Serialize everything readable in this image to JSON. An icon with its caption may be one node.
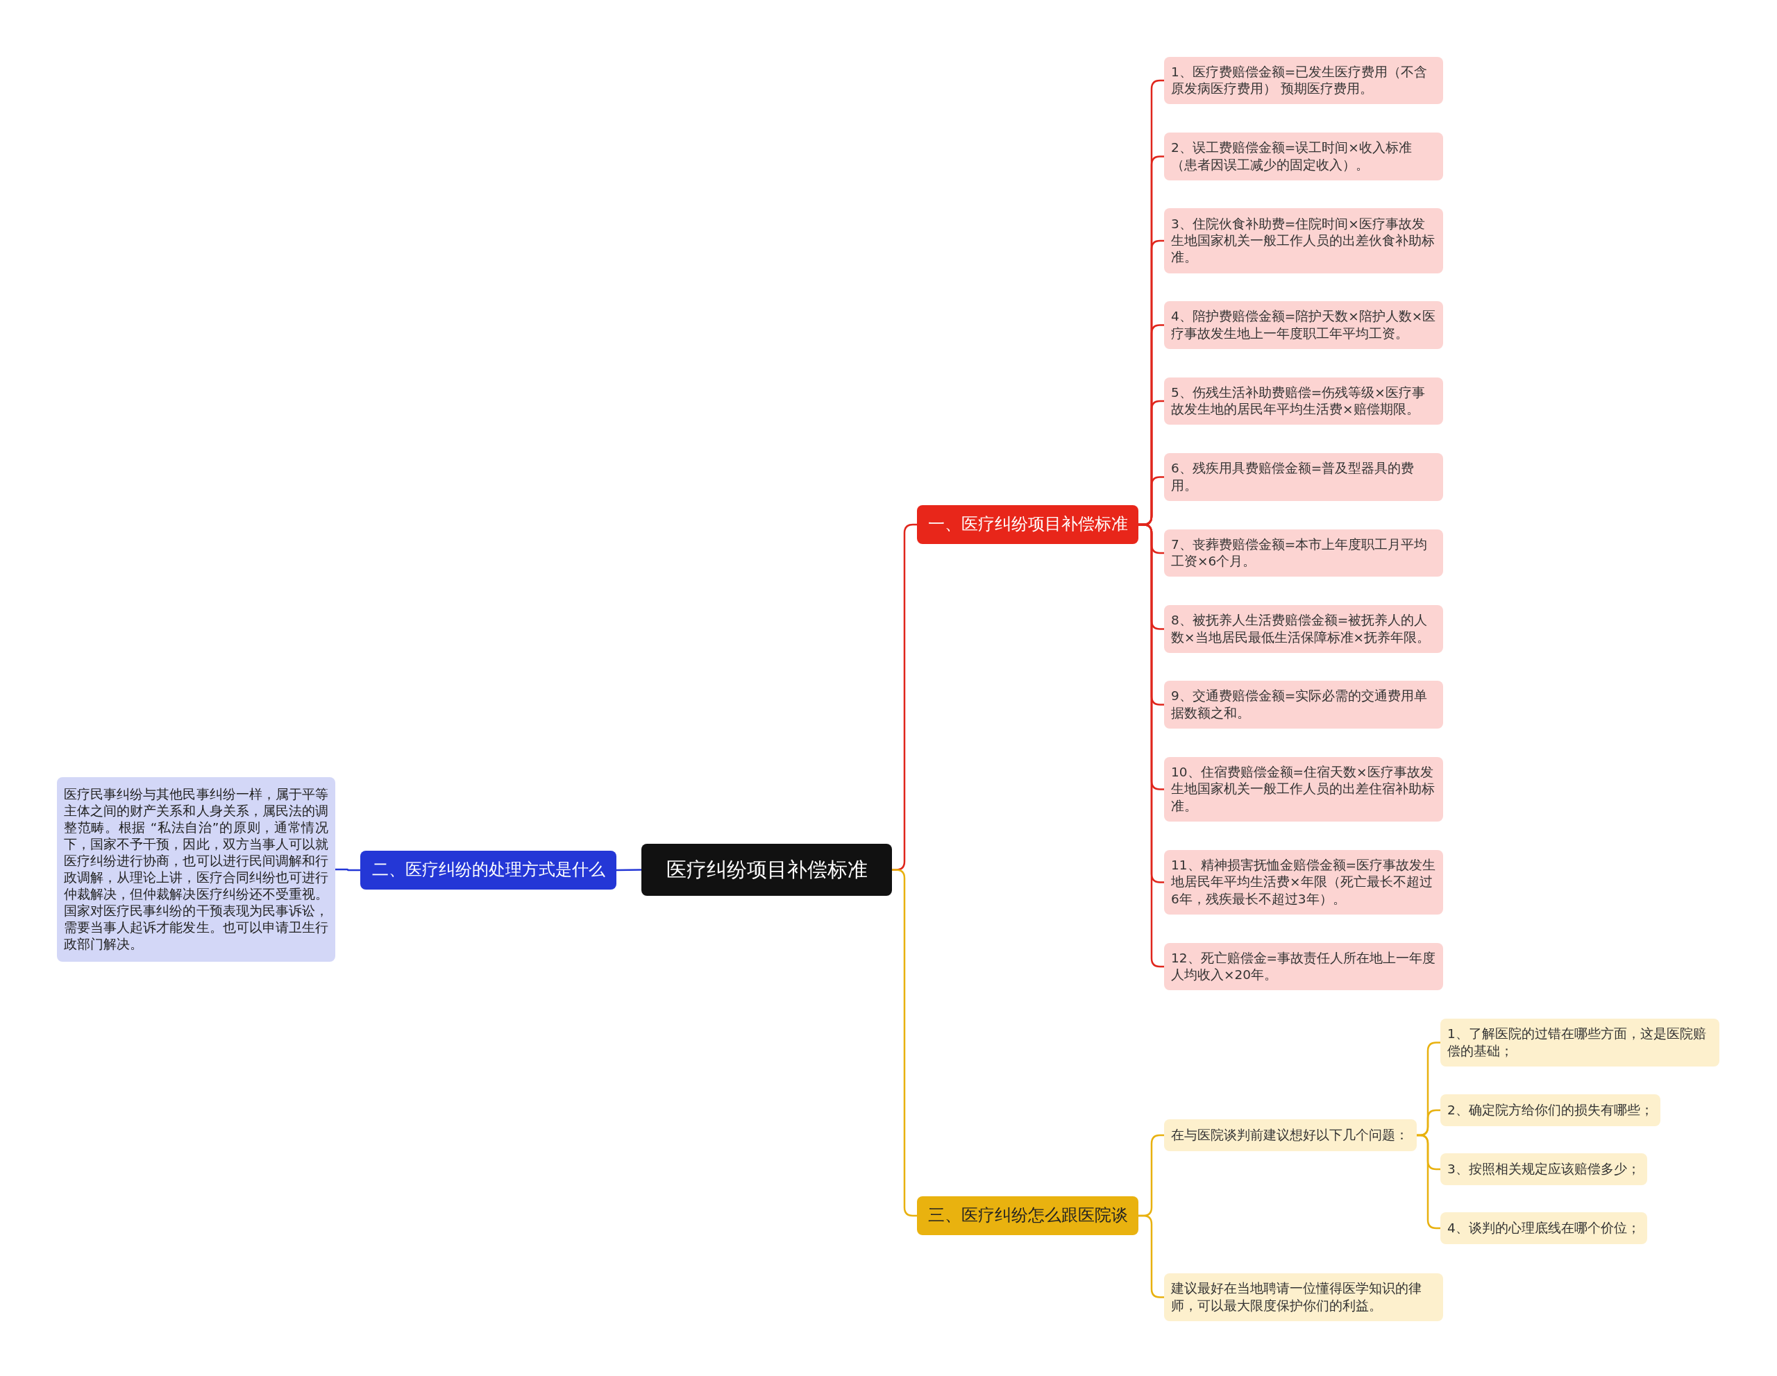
{
  "diagram": {
    "nodes": [
      {
        "text": [
          "医疗纠纷项目补偿标准"
        ]
      },
      {
        "text": [
          "一、医疗纠纷项目补偿标准"
        ]
      },
      {
        "text": [
          "1、医疗费赔偿金额=已发生医疗费用（不含原发病医疗费用） 预期医疗费用。"
        ]
      },
      {
        "text": [
          "2、误工费赔偿金额=误工时间×收入标准（患者因误工减少的固定收入）。"
        ]
      },
      {
        "text": [
          "3、住院伙食补助费=住院时间×医疗事故发生地国家机关一般工作人员的出差伙食补助标准。"
        ]
      },
      {
        "text": [
          "4、陪护费赔偿金额=陪护天数×陪护人数×医疗事故发生地上一年度职工年平均工资。"
        ]
      },
      {
        "text": [
          "5、伤残生活补助费赔偿=伤残等级×医疗事故发生地的居民年平均生活费×赔偿期限。"
        ]
      },
      {
        "text": [
          "6、残疾用具费赔偿金额=普及型器具的费用。"
        ]
      },
      {
        "text": [
          "7、丧葬费赔偿金额=本市上年度职工月平均工资×6个月。"
        ]
      },
      {
        "text": [
          "8、被抚养人生活费赔偿金额=被抚养人的人数×当地居民最低生活保障标准×抚养年限。"
        ]
      },
      {
        "text": [
          "9、交通费赔偿金额=实际必需的交通费用单据数额之和。"
        ]
      },
      {
        "text": [
          "10、住宿费赔偿金额=住宿天数×医疗事故发生地国家机关一般工作人员的出差住宿补助标准。"
        ]
      },
      {
        "text": [
          "11、精神损害抚恤金赔偿金额=医疗事故发生地居民年平均生活费×年限（死亡最长不超过6年，残疾最长不超过3年）。"
        ]
      },
      {
        "text": [
          "12、死亡赔偿金=事故责任人所在地上一年度人均收入×20年。"
        ]
      },
      {
        "text": [
          "二、医疗纠纷的处理方式是什么"
        ]
      },
      {
        "text": [
          "医疗民事纠纷与其他民事纠纷一样，属于平等主体之间的财产关系和人身关系，属民法的调整范畴。根据 “私法自治”的原则，通常情况下，国家不予干预，因此，双方当事人可以就医疗纠纷进行协商，也可以进行民间调解和行政调解，从理论上讲，医疗合同纠纷也可进行仲裁解决，但仲裁解决医疗纠纷还不受重视。国家对医疗民事纠纷的干预表现为民事诉讼，需要当事人起诉才能发生。也可以申请卫生行政部门解决。"
        ]
      },
      {
        "text": [
          "三、医疗纠纷怎么跟医院谈"
        ]
      },
      {
        "text": [
          "在与医院谈判前建议想好以下几个问题："
        ]
      },
      {
        "text": [
          "1、了解医院的过错在哪些方面，这是医院赔偿的基础；"
        ]
      },
      {
        "text": [
          "2、确定院方给你们的损失有哪些；"
        ]
      },
      {
        "text": [
          "3、按照相关规定应该赔偿多少；"
        ]
      },
      {
        "text": [
          "4、谈判的心理底线在哪个价位；"
        ]
      },
      {
        "text": [
          "建议最好在当地聘请一位懂得医学知识的律师，可以最大限度保护你们的利益。"
        ]
      }
    ],
    "edges": [
      {
        "from": 0,
        "to": 1,
        "arrow": "none"
      },
      {
        "from": 1,
        "to": 2,
        "arrow": "none"
      },
      {
        "from": 1,
        "to": 3,
        "arrow": "none"
      },
      {
        "from": 1,
        "to": 4,
        "arrow": "none"
      },
      {
        "from": 1,
        "to": 5,
        "arrow": "none"
      },
      {
        "from": 1,
        "to": 6,
        "arrow": "none"
      },
      {
        "from": 1,
        "to": 7,
        "arrow": "none"
      },
      {
        "from": 1,
        "to": 8,
        "arrow": "none"
      },
      {
        "from": 1,
        "to": 9,
        "arrow": "none"
      },
      {
        "from": 1,
        "to": 10,
        "arrow": "none"
      },
      {
        "from": 1,
        "to": 11,
        "arrow": "none"
      },
      {
        "from": 1,
        "to": 12,
        "arrow": "none"
      },
      {
        "from": 1,
        "to": 13,
        "arrow": "none"
      },
      {
        "from": 0,
        "to": 14,
        "arrow": "none",
        "color": "#2437d6"
      },
      {
        "from": 14,
        "to": 15,
        "arrow": "none",
        "color": "#2437d6"
      },
      {
        "from": 0,
        "to": 16,
        "arrow": "none",
        "color": "#e8b10f"
      },
      {
        "from": 16,
        "to": 17,
        "arrow": "none",
        "color": "#e8b10f"
      },
      {
        "from": 17,
        "to": 18,
        "arrow": "none",
        "color": "#e8b10f"
      },
      {
        "from": 17,
        "to": 19,
        "arrow": "none",
        "color": "#e8b10f"
      },
      {
        "from": 17,
        "to": 20,
        "arrow": "none",
        "color": "#e8b10f"
      },
      {
        "from": 17,
        "to": 21,
        "arrow": "none",
        "color": "#e8b10f"
      },
      {
        "from": 16,
        "to": 22,
        "arrow": "none",
        "color": "#e8b10f"
      }
    ]
  }
}
